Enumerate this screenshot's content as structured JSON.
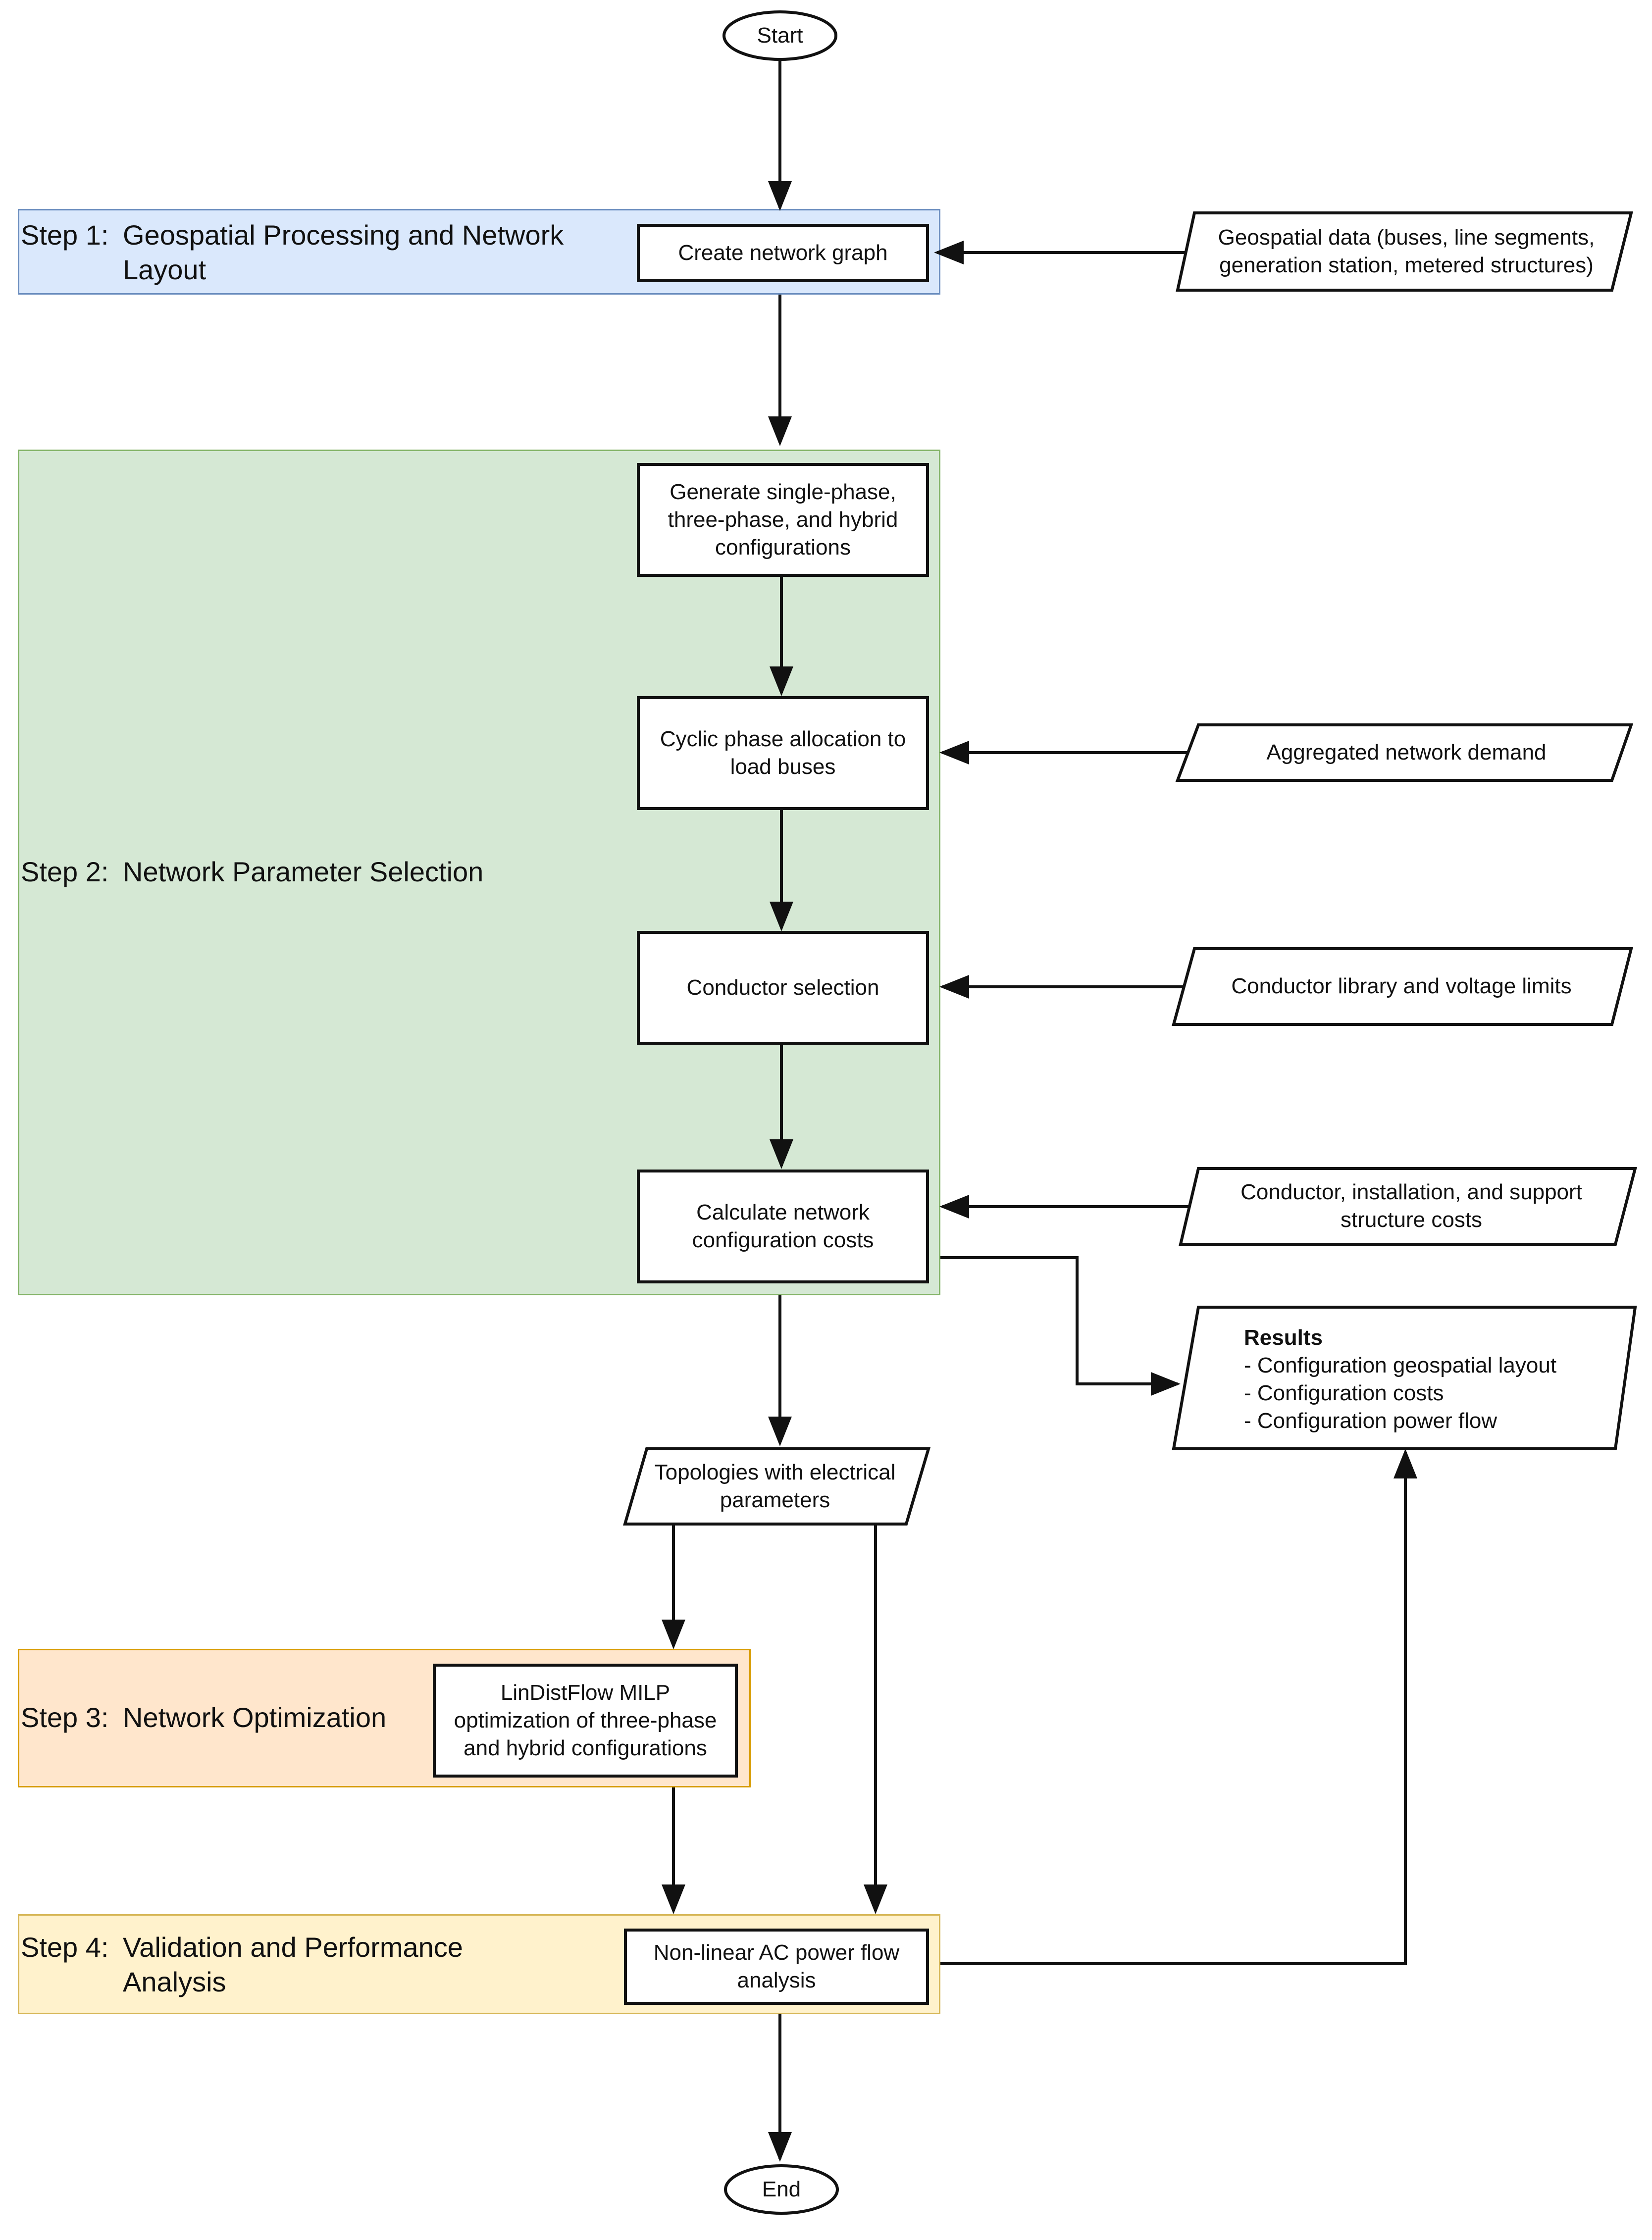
{
  "colors": {
    "step1_fill": "#dae8fc",
    "step1_border": "#6c8ebf",
    "step2_fill": "#d5e8d4",
    "step2_border": "#82b366",
    "step3_fill": "#ffe6cc",
    "step3_border": "#d79b00",
    "step4_fill": "#fff2cc",
    "step4_border": "#d6b656",
    "line": "#111111"
  },
  "terminals": {
    "start": "Start",
    "end": "End"
  },
  "steps": [
    {
      "number": "Step 1:",
      "name": "Geospatial Processing and Network Layout"
    },
    {
      "number": "Step 2:",
      "name": "Network Parameter Selection"
    },
    {
      "number": "Step 3:",
      "name": "Network Optimization"
    },
    {
      "number": "Step 4:",
      "name": "Validation and Performance Analysis"
    }
  ],
  "processes": {
    "create_graph": "Create network graph",
    "generate_configs": "Generate single-phase, three-phase, and hybrid configurations",
    "phase_allocation": "Cyclic phase allocation to load buses",
    "conductor_selection": "Conductor selection",
    "calc_costs": "Calculate network configuration costs",
    "milp": "LinDistFlow MILP optimization of three-phase and hybrid configurations",
    "ac_flow": "Non-linear AC power flow analysis"
  },
  "inputs": {
    "geospatial": "Geospatial data (buses, line segments, generation station, metered structures)",
    "demand": "Aggregated network demand",
    "conductor_lib": "Conductor library and voltage limits",
    "cost_data": "Conductor, installation, and support structure costs",
    "topologies": "Topologies with electrical parameters"
  },
  "results": {
    "title": "Results",
    "items": [
      "- Configuration geospatial layout",
      "- Configuration costs",
      "- Configuration power flow"
    ]
  }
}
